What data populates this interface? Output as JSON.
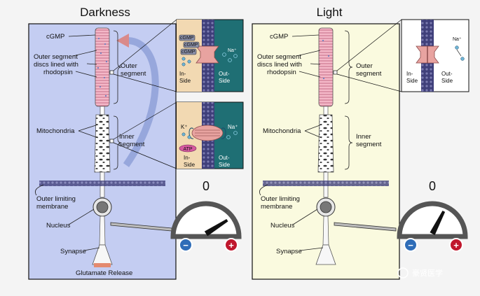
{
  "colors": {
    "dark_panel": "#c4cdf2",
    "light_panel": "#fafadf",
    "outside": "#1f6f74",
    "inside": "#f2d9b2",
    "channel": "#e8a3a0",
    "membrane": "#4b4a86",
    "segment": "#f4b8c8",
    "minus": "#2f6db8",
    "plus": "#c0172d"
  },
  "panels": {
    "darkness": {
      "title": "Darkness",
      "labels": {
        "cgmp": "cGMP",
        "discs": [
          "Outer segment",
          "discs lined with",
          "rhodopsin"
        ],
        "outer_segment": [
          "Outer",
          "segment"
        ],
        "mitochondria": "Mitochondria",
        "inner_segment": [
          "Inner",
          "segment"
        ],
        "olm": [
          "Outer limiting",
          "membrane"
        ],
        "nucleus": "Nucleus",
        "synapse": "Synapse",
        "release": "Glutamate Release"
      },
      "meter_value": "0",
      "inset_top": {
        "ions": [
          "cGMP",
          "cGMP",
          "cGMP",
          "Na⁺"
        ],
        "inside": [
          "In-",
          "Side"
        ],
        "outside": [
          "Out-",
          "Side"
        ]
      },
      "inset_bottom": {
        "ions": [
          "K⁺",
          "Na⁺",
          "ATP"
        ],
        "inside": [
          "In-",
          "Side"
        ],
        "outside": [
          "Out-",
          "Side"
        ]
      }
    },
    "light": {
      "title": "Light",
      "labels": {
        "cgmp": "cGMP",
        "discs": [
          "Outer segment",
          "discs lined with",
          "rhodopsin"
        ],
        "outer_segment": [
          "Outer",
          "segment"
        ],
        "mitochondria": "Mitochondria",
        "inner_segment": [
          "Inner",
          "segment"
        ],
        "olm": [
          "Outer limiting",
          "membrane"
        ],
        "nucleus": "Nucleus",
        "synapse": "Synapse"
      },
      "meter_value": "0",
      "inset_top": {
        "ions": [
          "Na⁺"
        ],
        "inside": [
          "In-",
          "Side"
        ],
        "outside": [
          "Out-",
          "Side"
        ]
      }
    }
  },
  "meter_levels": {
    "darkness": 0.32,
    "light": 0.15
  },
  "meter_signs": [
    "−",
    "+"
  ],
  "watermark": "豪贤医学"
}
